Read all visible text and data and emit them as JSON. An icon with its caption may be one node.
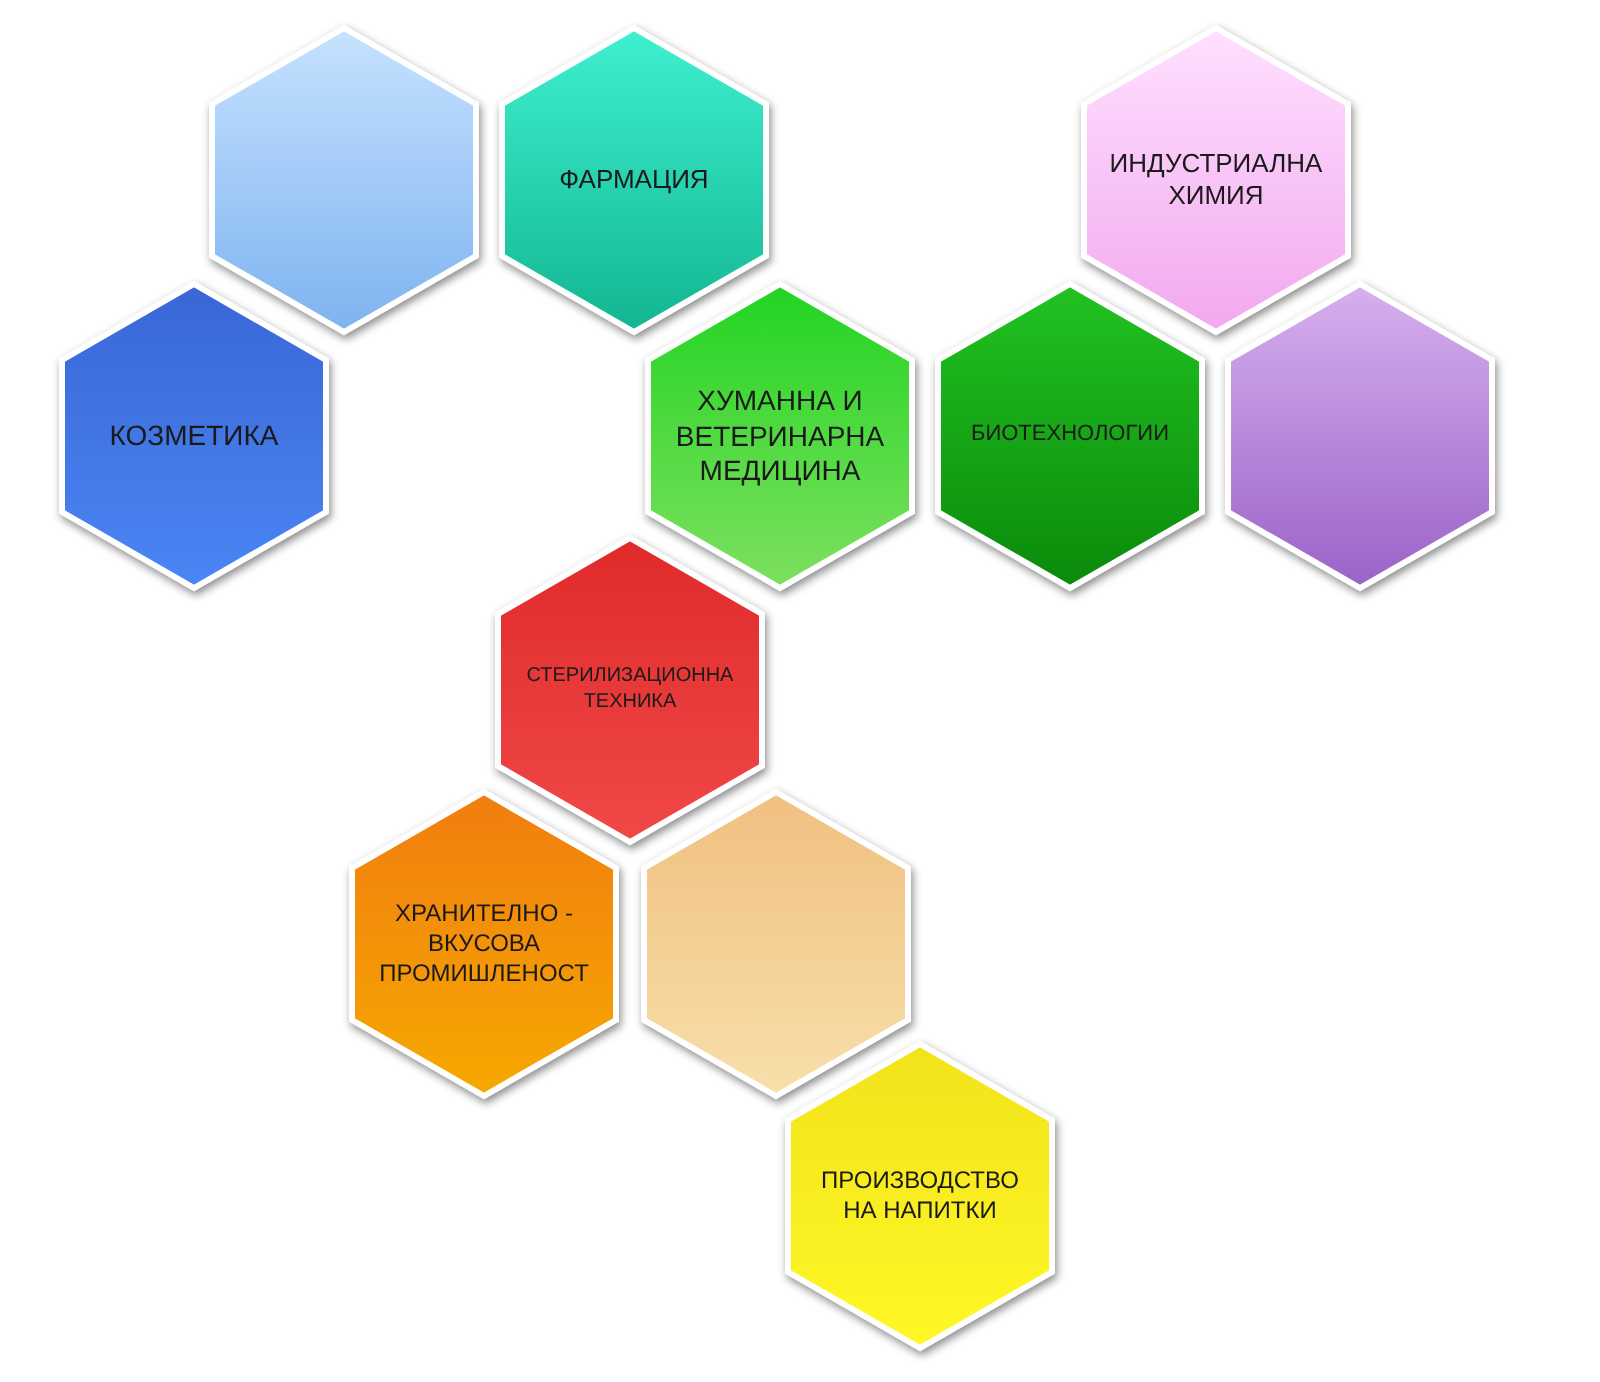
{
  "diagram": {
    "nodes": [
      {
        "text": [],
        "shape": "hexagon"
      },
      {
        "text": [
          "ФАРМАЦИЯ"
        ]
      },
      {
        "text": [
          "ИНДУСТРИАЛНА ХИМИЯ"
        ]
      },
      {
        "text": [
          "КОЗМЕТИКА"
        ]
      },
      {
        "text": [
          "ХУМАННА И ВЕТЕРИНАРНА МЕДИЦИНА"
        ]
      },
      {
        "text": [
          "БИОТЕХНОЛОГИИ"
        ]
      },
      {
        "text": [],
        "shape": "hexagon"
      },
      {
        "text": [
          "СТЕРИЛИЗАЦИОННА ТЕХНИКА"
        ]
      },
      {
        "text": [
          "ХРАНИТЕЛНО - ВКУСОВА ПРОМИШЛЕНОСТ"
        ]
      },
      {
        "text": [],
        "shape": "hexagon"
      },
      {
        "text": [
          "ПРОИЗВОДСТВО НА НАПИТКИ"
        ]
      }
    ]
  }
}
